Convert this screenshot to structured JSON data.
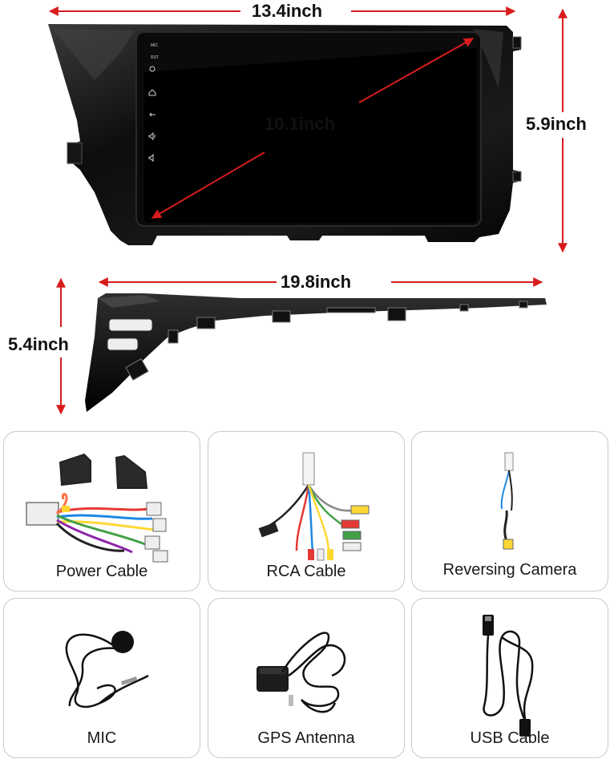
{
  "dimensions": {
    "width": "13.4inch",
    "height": "5.9inch",
    "screen_diagonal": "10.1inch",
    "frame_length": "19.8inch",
    "frame_height": "5.4inch"
  },
  "screen_icons": {
    "mic_label": "MIC",
    "rst_label": "RST"
  },
  "accessories": [
    {
      "label": "Power Cable",
      "icon": "power-cable"
    },
    {
      "label": "RCA Cable",
      "icon": "rca-cable"
    },
    {
      "label": "Reversing Camera",
      "icon": "camera-cable"
    },
    {
      "label": "MIC",
      "icon": "microphone"
    },
    {
      "label": "GPS Antenna",
      "icon": "gps-antenna"
    },
    {
      "label": "USB Cable",
      "icon": "usb-cable"
    }
  ],
  "colors": {
    "arrow": "#d81c1c",
    "frame": "#0b0b0b",
    "card_border": "#c9c9c9"
  }
}
